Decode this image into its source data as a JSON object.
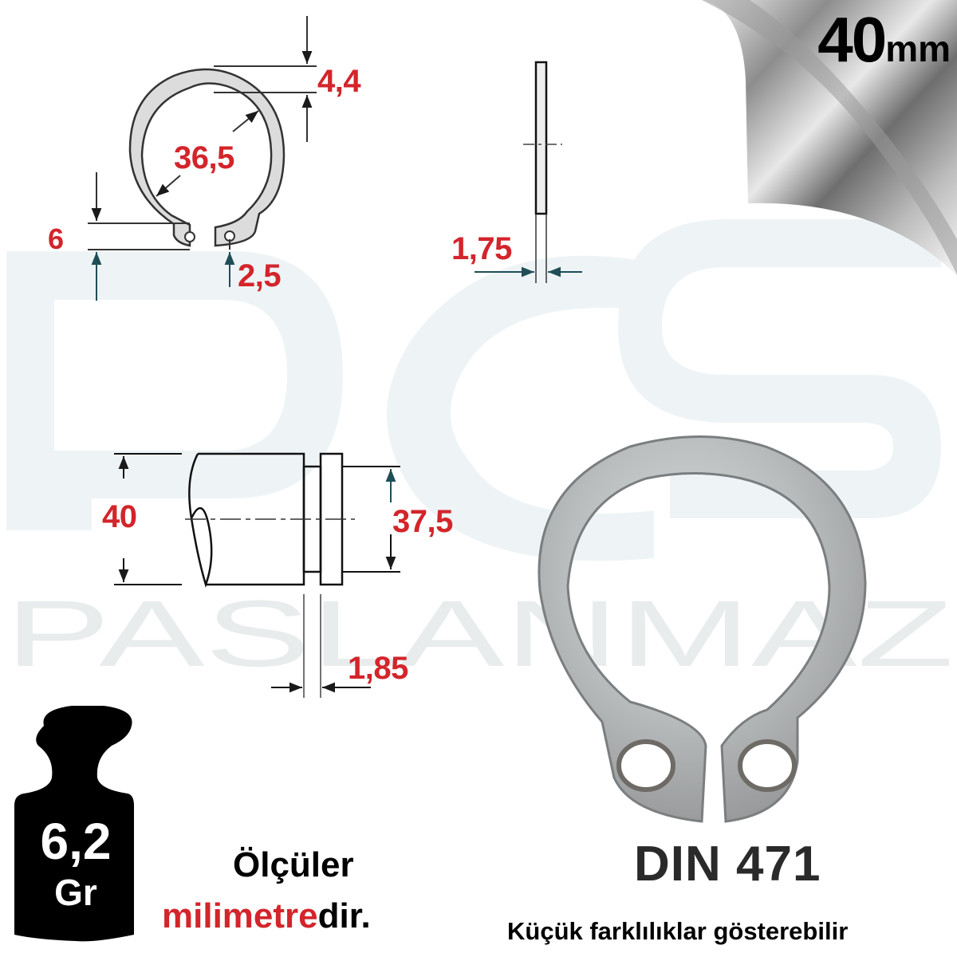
{
  "header": {
    "size_value": "40",
    "size_unit": "mm"
  },
  "watermark": {
    "top_text": "PCS",
    "bottom_text": "PASLANMAZ",
    "color": "#eef4f6"
  },
  "ring_front_view": {
    "dim_band_width": "4,4",
    "dim_inner_diameter": "36,5",
    "dim_lug_height": "6",
    "dim_hole_diameter": "2,5"
  },
  "ring_side_view": {
    "dim_thickness": "1,75"
  },
  "shaft_view": {
    "dim_shaft_diameter": "40",
    "dim_groove_diameter": "37,5",
    "dim_groove_width": "1,85"
  },
  "weight": {
    "value": "6,2",
    "unit": "Gr"
  },
  "notes": {
    "line1": "Ölçüler",
    "line2_red": "milimetre",
    "line2_black": "dir."
  },
  "product": {
    "standard": "DIN 471",
    "disclaimer": "Küçük farklılıklar gösterebilir"
  },
  "colors": {
    "dimension_red": "#d3252b",
    "drawing_line": "#222222",
    "arrow_teal": "#1f4e57",
    "ring_fill": "#dcdcdc"
  }
}
